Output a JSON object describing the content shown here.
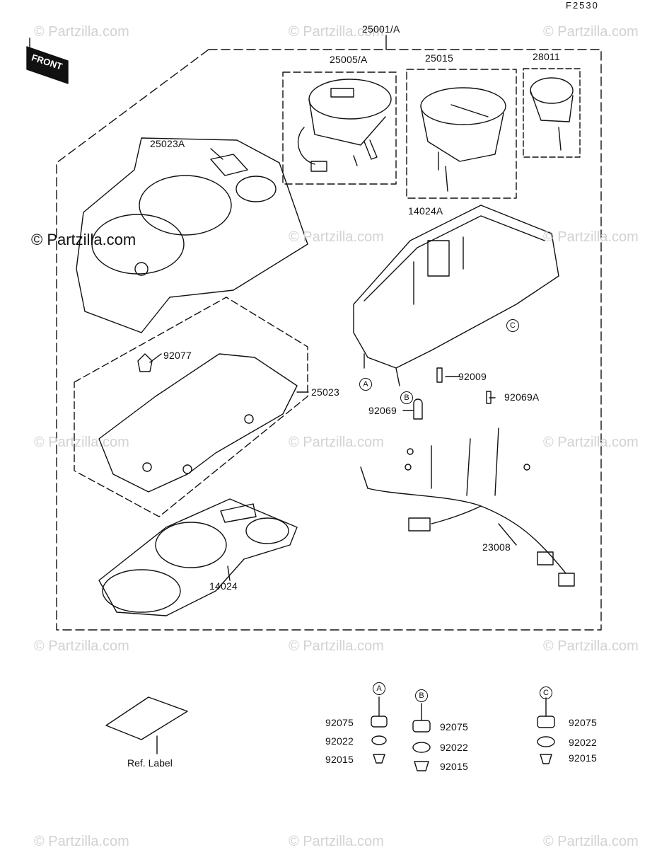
{
  "diagram_code": "F2530",
  "front_label": "FRONT",
  "watermark_text": "© Partzilla.com",
  "assembly": {
    "main": "25001/A",
    "speedometer": "25005/A",
    "tachometer": "25015",
    "gauge": "28011",
    "meter_case": "14024A",
    "upper_cover": "25023A",
    "lower_cover": "25023",
    "grommet": "92077",
    "screw": "92009",
    "bulb_a": "92069A",
    "bulb": "92069",
    "harness": "23008",
    "panel": "14024"
  },
  "markers": {
    "a": "A",
    "b": "B",
    "c": "C"
  },
  "damper_sets": {
    "a": {
      "marker": "A",
      "items": [
        "92075",
        "92022",
        "92015"
      ]
    },
    "b": {
      "marker": "B",
      "items": [
        "92075",
        "92022",
        "92015"
      ]
    },
    "c": {
      "marker": "C",
      "items": [
        "92075",
        "92022",
        "92015"
      ]
    }
  },
  "ref_label": "Ref. Label"
}
